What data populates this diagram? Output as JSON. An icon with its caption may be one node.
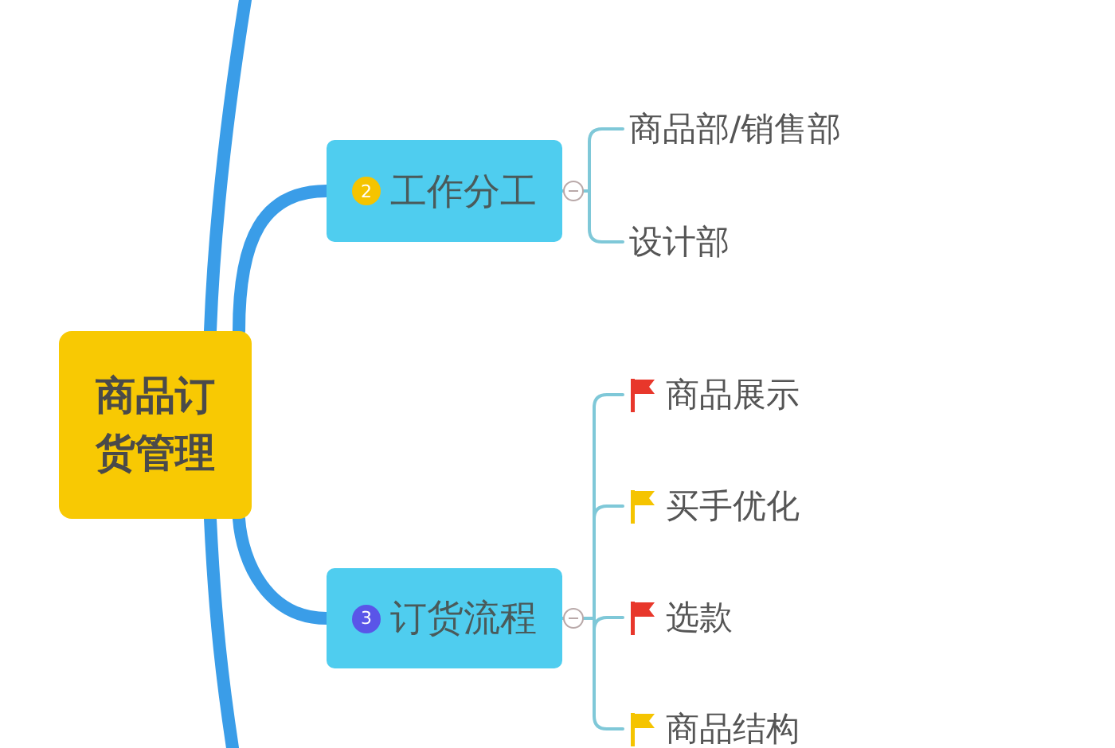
{
  "diagram": {
    "nodes": [
      {
        "text": [
          "商品订货管理"
        ]
      },
      {
        "text": [
          "2",
          "工作分工"
        ]
      },
      {
        "text": [
          "商品部/销售部"
        ]
      },
      {
        "text": [
          "设计部"
        ]
      },
      {
        "text": [
          "3",
          "订货流程"
        ]
      },
      {
        "text": [
          "商品展示"
        ]
      },
      {
        "text": [
          "买手优化"
        ]
      },
      {
        "text": [
          "选款"
        ]
      },
      {
        "text": [
          "商品结构"
        ]
      }
    ],
    "edges": [
      {
        "from": 0,
        "to": null,
        "arrow": "none",
        "style": "thick"
      },
      {
        "from": 0,
        "to": 1,
        "arrow": "none",
        "style": "thick"
      },
      {
        "from": 0,
        "to": 4,
        "arrow": "none",
        "style": "thick"
      },
      {
        "from": 0,
        "to": null,
        "arrow": "none",
        "style": "thick"
      },
      {
        "from": 1,
        "to": 2,
        "arrow": "none"
      },
      {
        "from": 1,
        "to": 3,
        "arrow": "none"
      },
      {
        "from": 4,
        "to": 5,
        "arrow": "none"
      },
      {
        "from": 4,
        "to": 6,
        "arrow": "none"
      },
      {
        "from": 4,
        "to": 7,
        "arrow": "none"
      },
      {
        "from": 4,
        "to": 8,
        "arrow": "none"
      }
    ]
  }
}
